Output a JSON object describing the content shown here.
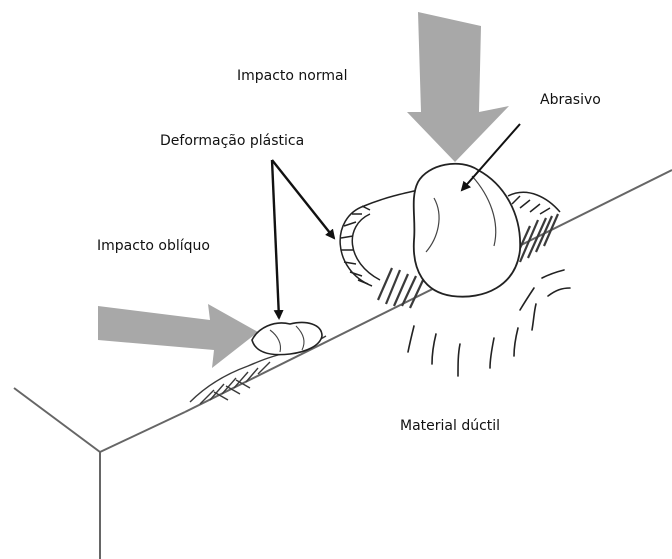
{
  "labels": {
    "normal_impact": "Impacto normal",
    "abrasive": "Abrasivo",
    "plastic_deformation": "Deformação plástica",
    "oblique_impact": "Impacto oblíquo",
    "ductile_material": "Material dúctil"
  },
  "colors": {
    "impact_arrow": "#a8a8a8",
    "line": "#222222",
    "surface_edge": "#666666",
    "hatch": "#3a3a3a",
    "background": "#ffffff"
  }
}
